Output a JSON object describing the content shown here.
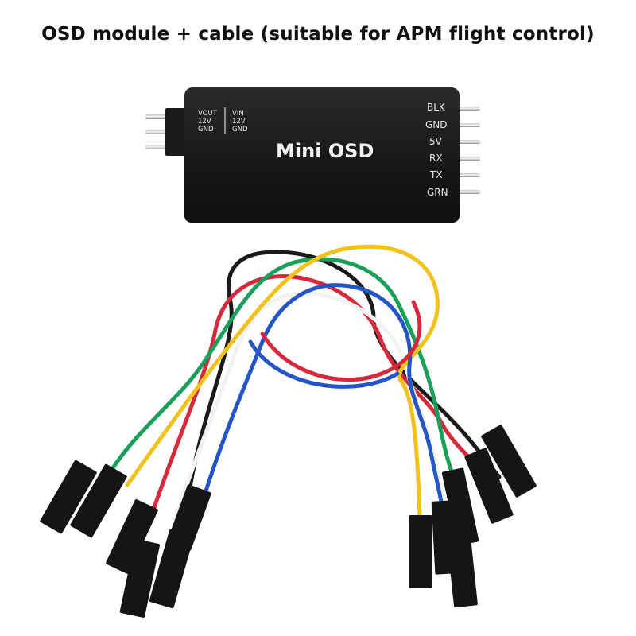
{
  "caption": "OSD module + cable (suitable for APM flight control)",
  "module": {
    "title": "Mini OSD",
    "left_labels_a": [
      "VOUT",
      "12V",
      "GND"
    ],
    "left_labels_b": [
      "VIN",
      "12V",
      "GND"
    ],
    "right_pins": [
      "BLK",
      "GND",
      "5V",
      "RX",
      "TX",
      "GRN"
    ],
    "body_color": "#1c1c1c"
  },
  "cable": {
    "wire_colors": [
      "#1a1a1a",
      "#d8283b",
      "#f2f2f2",
      "#1aa05a",
      "#f2c21a",
      "#2456c8"
    ],
    "connector_color": "#151515"
  }
}
